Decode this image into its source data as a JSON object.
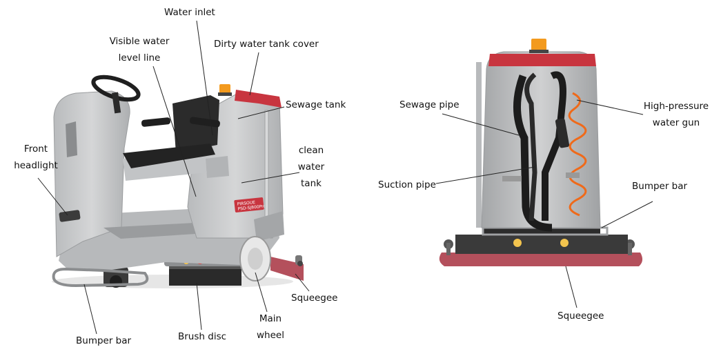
{
  "brand": {
    "logo": "PIRSOUE",
    "model": "PSD-SJ800Pro",
    "badge": "PSD-SJ800"
  },
  "colors": {
    "body_gray": "#c9cacb",
    "body_dark": "#9ea0a2",
    "accent_red": "#c8353f",
    "hose_black": "#1c1c1c",
    "beacon_orange": "#f39a1e",
    "spring_hose_orange": "#ef6a1a",
    "squeegee_red": "#b4505c"
  },
  "left_view": {
    "labels": {
      "water_inlet": "Water inlet",
      "visible_level": "Visible water\nlevel line",
      "dirty_cover": "Dirty water tank cover",
      "sewage_tank": "Sewage tank",
      "clean_tank": "clean\nwater\ntank",
      "front_headlight": "Front\nheadlight",
      "bumper_bar": "Bumper bar",
      "brush_disc": "Brush disc",
      "main_wheel": "Main\nwheel",
      "squeegee": "Squeegee"
    }
  },
  "right_view": {
    "labels": {
      "sewage_pipe": "Sewage pipe",
      "high_pressure": "High-pressure\nwater gun",
      "suction_pipe": "Suction pipe",
      "bumper_bar": "Bumper bar",
      "squeegee": "Squeegee"
    }
  }
}
